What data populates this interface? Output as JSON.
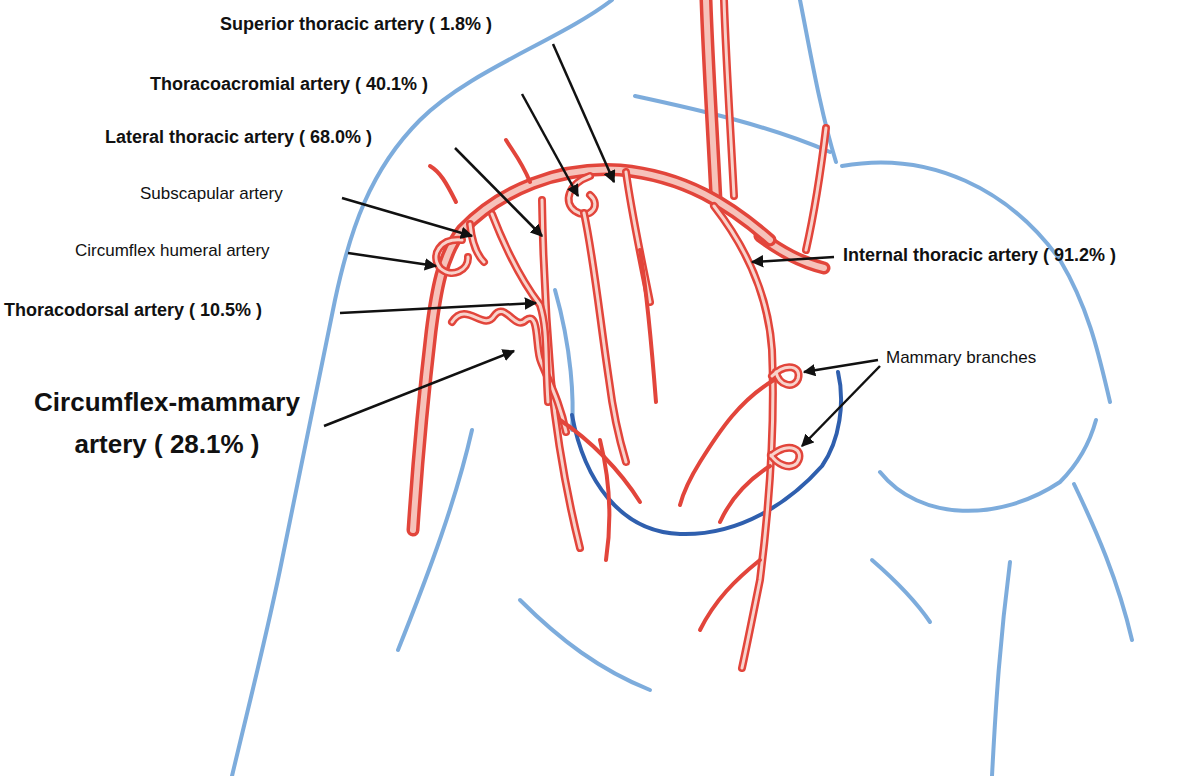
{
  "diagram": {
    "labels": [
      "Superior thoracic artery ( 1.8% )",
      "Thoracoacromial artery ( 40.1% )",
      "Lateral thoracic artery ( 68.0% )",
      "Subscapular artery",
      "Circumflex humeral artery",
      "Thoracodorsal artery ( 10.5% )",
      "Circumflex-mammary artery ( 28.1% )",
      "Internal thoracic artery ( 91.2% )",
      "Mammary branches"
    ]
  }
}
